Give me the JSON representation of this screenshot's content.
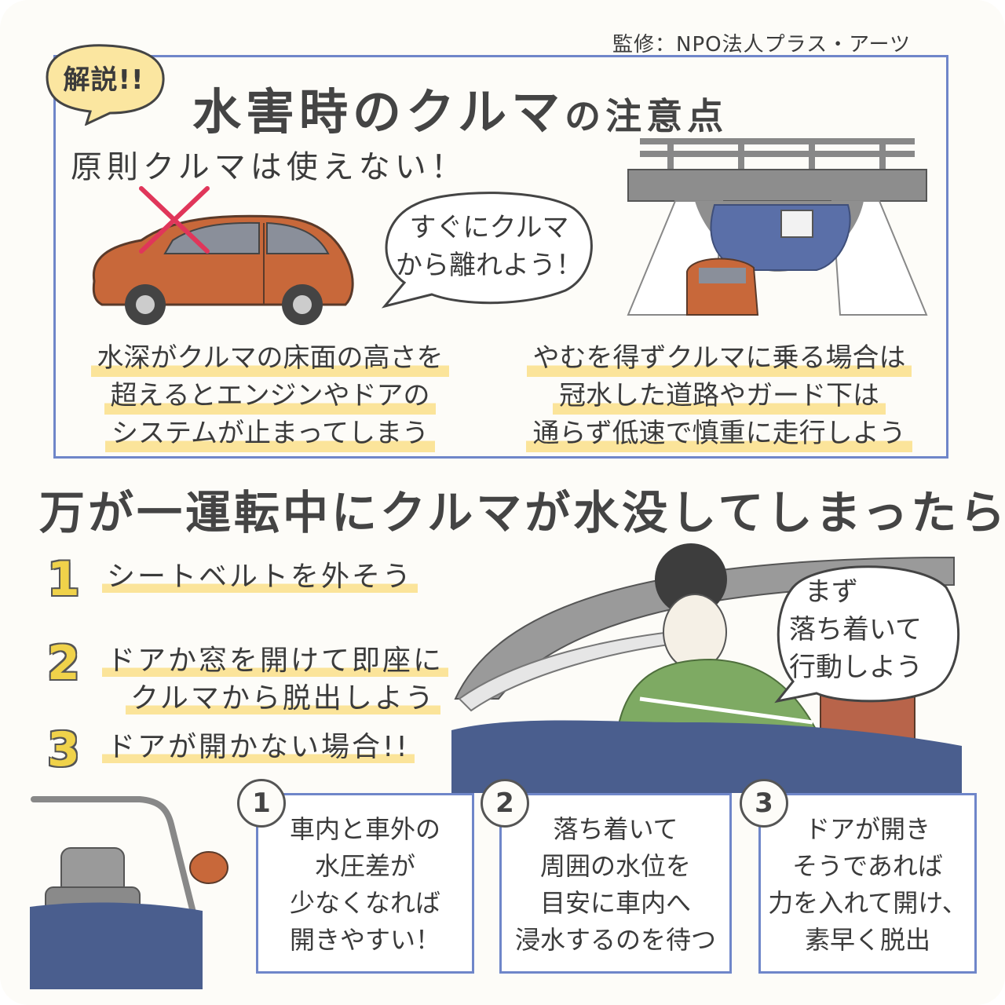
{
  "supervisor": "監修：NPO法人プラス・アーツ",
  "badge": "解説!!",
  "title": {
    "main": "水害時のクルマ",
    "suffix": "の注意点"
  },
  "rule": "原則クルマは使えない！",
  "speech_leave": [
    "すぐにクルマ",
    "から離れよう！"
  ],
  "caption_left": [
    "水深がクルマの床面の高さを",
    "超えるとエンジンやドアの",
    "システムが止まってしまう"
  ],
  "caption_right": [
    "やむを得ずクルマに乗る場合は",
    "冠水した道路やガード下は",
    "通らず低速で慎重に走行しよう"
  ],
  "headline": "万が一運転中にクルマが水没してしまったら",
  "steps": [
    {
      "num": "1",
      "lines": [
        "シートベルトを外そう"
      ]
    },
    {
      "num": "2",
      "lines": [
        "ドアか窓を開けて即座に",
        "クルマから脱出しよう"
      ]
    },
    {
      "num": "3",
      "lines": [
        "ドアが開かない場合!!"
      ]
    }
  ],
  "speech_calm": [
    "まず",
    "落ち着いて",
    "行動しよう"
  ],
  "boxes": [
    {
      "num": "1",
      "lines": [
        "車内と車外の",
        "水圧差が",
        "少なくなれば",
        "開きやすい！"
      ]
    },
    {
      "num": "2",
      "lines": [
        "落ち着いて",
        "周囲の水位を",
        "目安に車内へ",
        "浸水するのを待つ"
      ]
    },
    {
      "num": "3",
      "lines": [
        "ドアが開き",
        "そうであれば",
        "力を入れて開け、",
        "素早く脱出"
      ]
    }
  ],
  "colors": {
    "frame": "#6f86c9",
    "highlight": "#fbe49a",
    "car": "#c8683a",
    "water": "#4a5e8e",
    "sweater": "#7eaa63",
    "badge": "#fbe6a0",
    "cross": "#e0365a"
  }
}
